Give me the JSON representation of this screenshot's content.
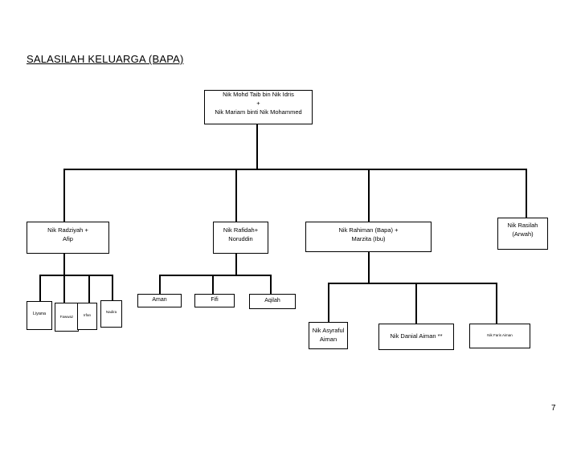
{
  "title": "SALASILAH KELUARGA (BAPA)",
  "page_number": "7",
  "colors": {
    "line": "#000000",
    "box_border": "#000000",
    "background": "#ffffff"
  },
  "nodes": {
    "root": {
      "lines": [
        "Nik Mohd Taib bin Nik Idris",
        "+",
        "Nik Mariam binti Nik Mohammed"
      ]
    },
    "radziyah": {
      "lines": [
        "Nik Radziyah +",
        "Afip"
      ]
    },
    "rafidah": {
      "lines": [
        "Nik Rafidah+",
        "Noruddin"
      ]
    },
    "rahiman": {
      "lines": [
        "Nik Rahiman (Bapa) +",
        "Marzita (Ibu)"
      ]
    },
    "rasilah": {
      "lines": [
        "Nik Rasilah",
        "(Arwah)"
      ]
    },
    "liyana": {
      "lines": [
        "Liyana"
      ]
    },
    "fawwaz": {
      "lines": [
        "Fawwaz"
      ]
    },
    "irfan": {
      "lines": [
        "Irfan"
      ]
    },
    "nadira": {
      "lines": [
        "Nadira"
      ]
    },
    "aman": {
      "lines": [
        "Aman"
      ]
    },
    "fifi": {
      "lines": [
        "Fifi"
      ]
    },
    "aqilah": {
      "lines": [
        "Aqilah"
      ]
    },
    "asyraful": {
      "lines": [
        "Nik Asyraful",
        "Aiman"
      ]
    },
    "danial": {
      "lines": [
        "Nik Danial Aiman **"
      ]
    },
    "faris": {
      "lines": [
        "Nik Faris Aiman"
      ]
    }
  }
}
